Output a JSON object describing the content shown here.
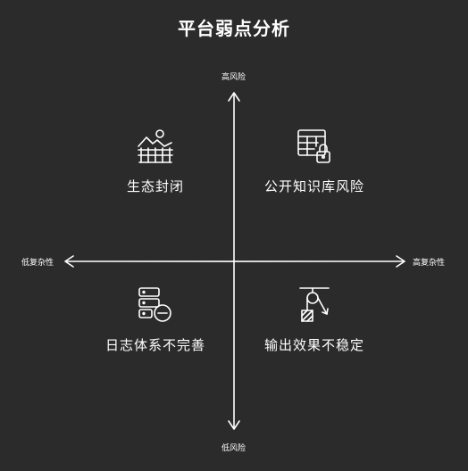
{
  "title": "平台弱点分析",
  "axes": {
    "top": "高风险",
    "bottom": "低风险",
    "left": "低复杂性",
    "right": "高复杂性"
  },
  "quadrants": {
    "top_left": {
      "label": "生态封闭",
      "icon": "closed-ecosystem-fence-icon"
    },
    "top_right": {
      "label": "公开知识库风险",
      "icon": "locked-database-table-icon"
    },
    "bottom_left": {
      "label": "日志体系不完善",
      "icon": "server-log-minus-icon"
    },
    "bottom_right": {
      "label": "输出效果不稳定",
      "icon": "pulley-weight-icon"
    }
  },
  "colors": {
    "background": "#2b2b2b",
    "foreground": "#ffffff"
  }
}
